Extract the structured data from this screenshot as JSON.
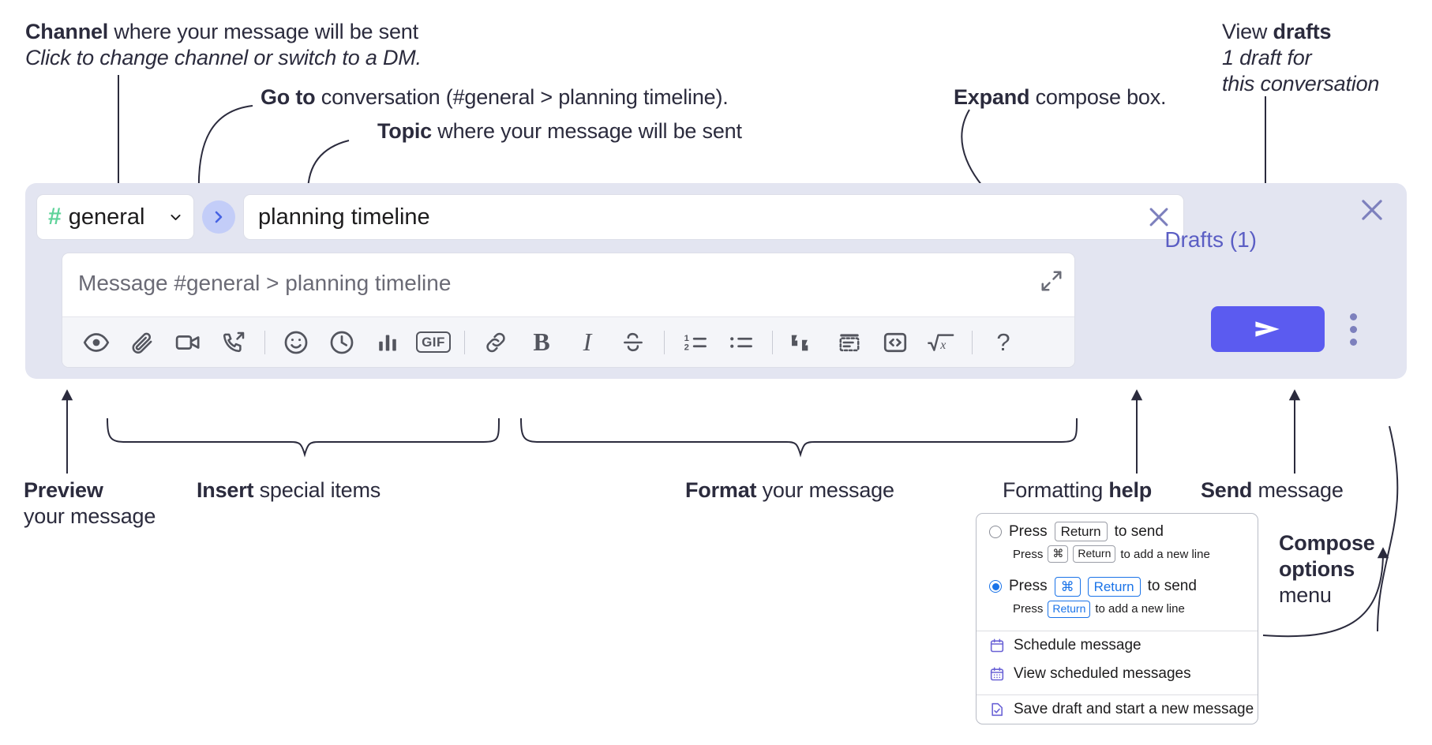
{
  "annotations": {
    "channel": {
      "strong": "Channel",
      "rest": " where your message will be sent",
      "italic": "Click to change channel or switch to a DM."
    },
    "goto": {
      "strong": "Go to",
      "rest": " conversation (#general > planning timeline)."
    },
    "topic": {
      "strong": "Topic",
      "rest": " where your message will be sent"
    },
    "expand": {
      "strong": "Expand",
      "rest": " compose box."
    },
    "drafts": {
      "plain": "View ",
      "strong": "drafts",
      "italic_line1": "1 draft for",
      "italic_line2": "this conversation"
    },
    "preview": {
      "strong": "Preview",
      "line2": "your message"
    },
    "insert": {
      "strong": "Insert",
      "rest": " special items"
    },
    "format": {
      "strong": "Format",
      "rest": " your message"
    },
    "formatting_help": {
      "plain": "Formatting ",
      "strong": "help"
    },
    "send": {
      "strong": "Send",
      "rest": " message"
    },
    "compose_options": {
      "line1": "Compose",
      "line2": "options",
      "line3": "menu"
    }
  },
  "compose": {
    "channel_name": "general",
    "channel_hash": "#",
    "topic_value": "planning timeline",
    "message_placeholder": "Message #general > planning timeline",
    "drafts_label": "Drafts (1)",
    "toolbar": [
      {
        "name": "preview-icon",
        "label": "Preview"
      },
      {
        "name": "attachment-icon",
        "label": "Attach file"
      },
      {
        "name": "video-icon",
        "label": "Record video clip"
      },
      {
        "name": "call-icon",
        "label": "Start call"
      },
      {
        "name": "divider",
        "label": ""
      },
      {
        "name": "emoji-icon",
        "label": "Emoji"
      },
      {
        "name": "clock-icon",
        "label": "Schedule"
      },
      {
        "name": "poll-icon",
        "label": "Poll"
      },
      {
        "name": "gif-icon",
        "label": "GIF"
      },
      {
        "name": "divider",
        "label": ""
      },
      {
        "name": "link-icon",
        "label": "Link"
      },
      {
        "name": "bold-icon",
        "label": "B"
      },
      {
        "name": "italic-icon",
        "label": "I"
      },
      {
        "name": "strikethrough-icon",
        "label": "Strikethrough"
      },
      {
        "name": "divider",
        "label": ""
      },
      {
        "name": "ordered-list-icon",
        "label": "Ordered list"
      },
      {
        "name": "bulleted-list-icon",
        "label": "Bulleted list"
      },
      {
        "name": "divider",
        "label": ""
      },
      {
        "name": "blockquote-icon",
        "label": "Blockquote"
      },
      {
        "name": "code-block-icon",
        "label": "Code block"
      },
      {
        "name": "inline-code-icon",
        "label": "Code"
      },
      {
        "name": "math-icon",
        "label": "Math"
      },
      {
        "name": "divider",
        "label": ""
      },
      {
        "name": "help-icon",
        "label": "?"
      }
    ]
  },
  "popup": {
    "option1": {
      "selected": false,
      "pre": "Press",
      "key": "Return",
      "post": "to send",
      "sub_pre": "Press",
      "sub_key1": "⌘",
      "sub_key2": "Return",
      "sub_post": "to add a new line"
    },
    "option2": {
      "selected": true,
      "pre": "Press",
      "key1": "⌘",
      "key2": "Return",
      "post": "to send",
      "sub_pre": "Press",
      "sub_key": "Return",
      "sub_post": "to add a new line"
    },
    "items": [
      {
        "icon": "calendar-icon",
        "label": "Schedule message"
      },
      {
        "icon": "calendar-grid-icon",
        "label": "View scheduled messages"
      },
      {
        "icon": "save-draft-icon",
        "label": "Save draft and start a new message"
      }
    ]
  },
  "colors": {
    "accent": "#5b5bf0",
    "compose_bg": "#e3e5f1",
    "hash_green": "#5fd39a",
    "drafts_purple": "#5b5ec4",
    "radio_blue": "#1a73e8",
    "menu_icon_purple": "#6b63d6"
  }
}
